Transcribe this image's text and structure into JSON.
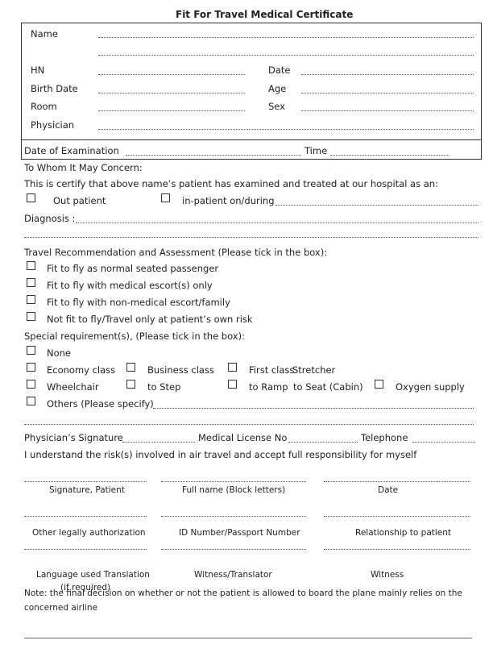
{
  "title": "Fit For Travel Medical Certificate",
  "header_box": {
    "name_label": "Name",
    "hn_label": "HN",
    "date_label": "Date",
    "birth_date_label": "Birth Date",
    "age_label": "Age",
    "room_label": "Room",
    "sex_label": "Sex",
    "physician_label": "Physician",
    "date_exam_label": "Date of Examination",
    "time_label": "Time"
  },
  "intro": {
    "to_whom": "To Whom It May Concern:",
    "certify": "This is certify that above name’s patient has examined and treated at our hospital as an:",
    "out_patient": "Out patient",
    "in_patient": "in-patient on/during",
    "diagnosis": "Diagnosis :"
  },
  "recommendation": {
    "heading": "Travel Recommendation and Assessment (Please tick in the box):",
    "options": [
      "Fit to fly as normal seated passenger",
      "Fit to fly with medical escort(s) only",
      "Fit to fly with non-medical escort/family",
      "Not fit to fly/Travel only at patient’s own risk"
    ]
  },
  "special": {
    "heading": "Special requirement(s), (Please tick in the box):",
    "none": "None",
    "economy": "Economy class",
    "business": "Business class",
    "first": "First class",
    "stretcher": "Stretcher",
    "wheelchair": "Wheelchair",
    "to_step": "to Step",
    "to_ramp": "to Ramp",
    "to_seat": "to Seat (Cabin)",
    "oxygen": "Oxygen supply",
    "others": "Others (Please specify)"
  },
  "signature_line": {
    "physician_sig": "Physician’s Signature",
    "license": "Medical License No",
    "telephone": "Telephone"
  },
  "understand": "I understand the risk(s) involved in air travel and accept full responsibility for myself",
  "signature_rows": [
    [
      "Signature, Patient",
      "Full name (Block letters)",
      "Date"
    ],
    [
      "Other legally authorization",
      "ID Number/Passport Number",
      "Relationship to patient"
    ],
    [
      "Language used Translation",
      "Witness/Translator",
      "Witness"
    ]
  ],
  "if_required": "(if required)",
  "note_line1": "Note: the final decision on whether or not the patient is allowed to board the plane mainly relies on the",
  "note_line2": "concerned airline"
}
